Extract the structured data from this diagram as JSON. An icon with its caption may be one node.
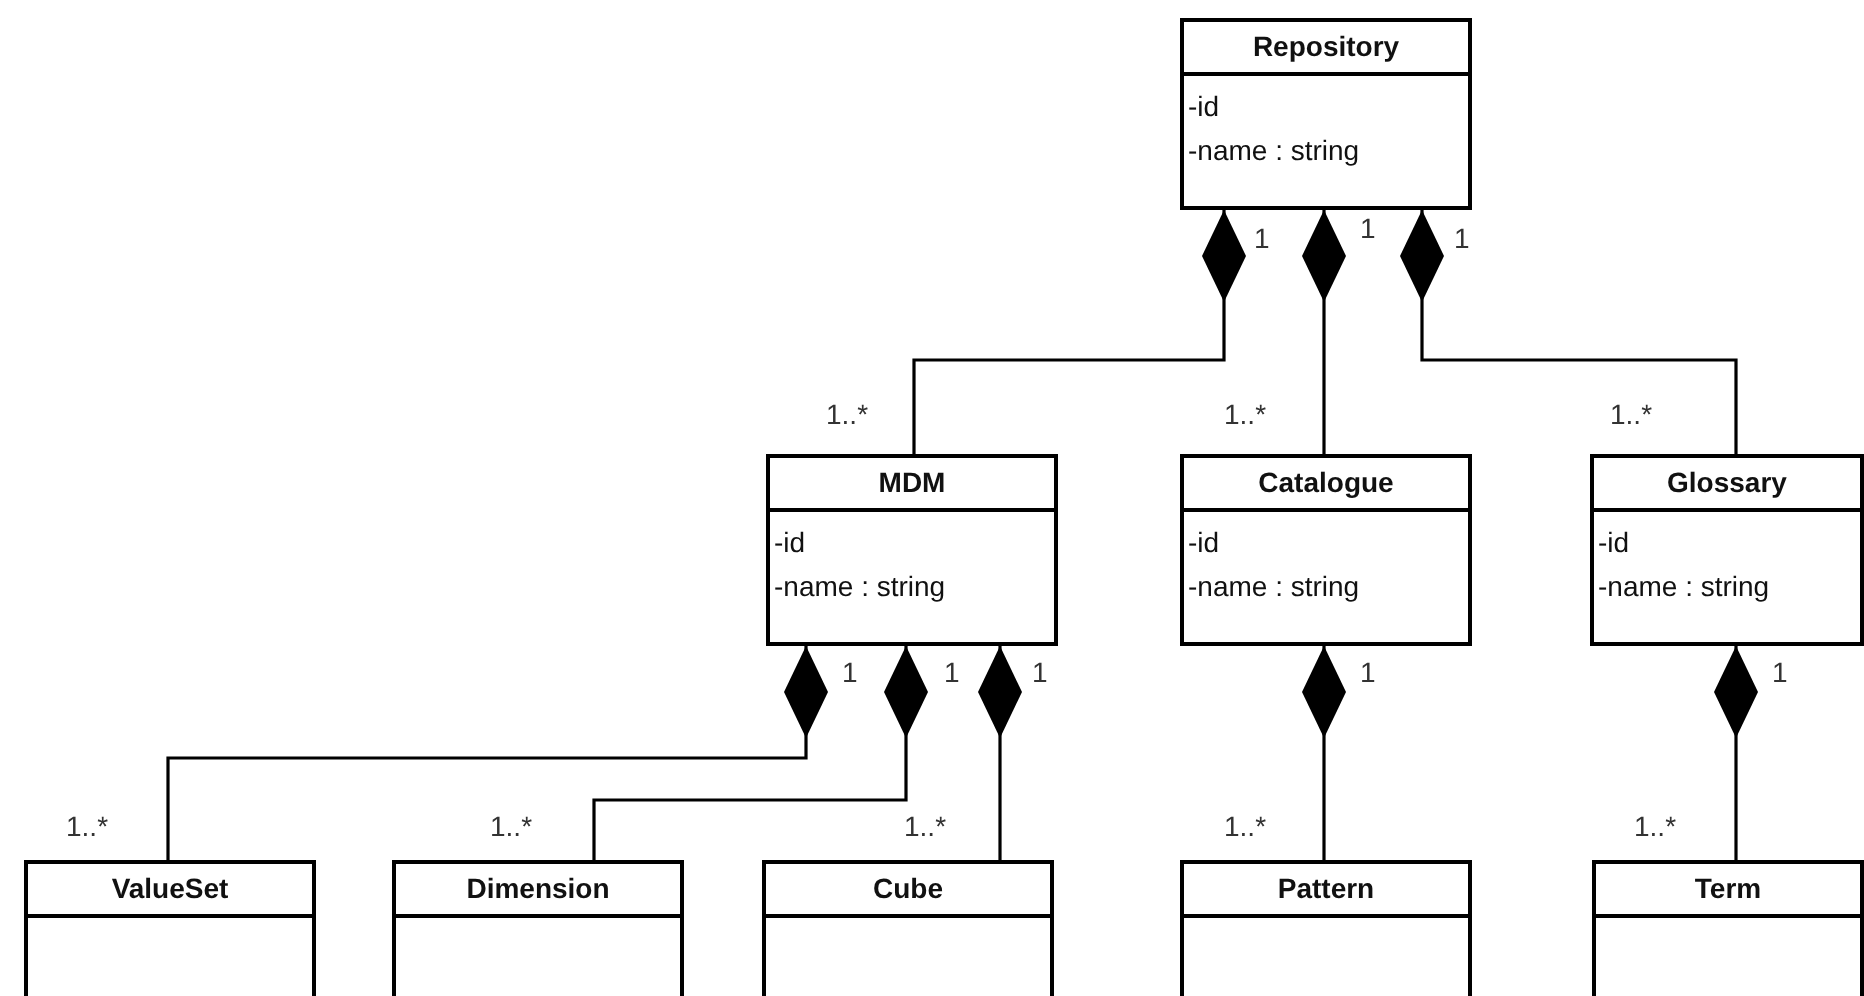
{
  "diagram": {
    "nodes": [
      {
        "text": [
          "Repository",
          "-id",
          "-name : string"
        ]
      },
      {
        "text": [
          "MDM",
          "-id",
          "-name : string"
        ]
      },
      {
        "text": [
          "Catalogue",
          "-id",
          "-name : string"
        ]
      },
      {
        "text": [
          "Glossary",
          "-id",
          "-name : string"
        ]
      },
      {
        "text": [
          "ValueSet"
        ]
      },
      {
        "text": [
          "Dimension"
        ]
      },
      {
        "text": [
          "Cube"
        ]
      },
      {
        "text": [
          "Pattern"
        ]
      },
      {
        "text": [
          "Term"
        ]
      }
    ],
    "edges": [
      {
        "from": 0,
        "to": 1,
        "arrow": "other"
      },
      {
        "from": 0,
        "to": 2,
        "arrow": "other"
      },
      {
        "from": 0,
        "to": 3,
        "arrow": "other"
      },
      {
        "from": 1,
        "to": 4,
        "arrow": "other"
      },
      {
        "from": 1,
        "to": 5,
        "arrow": "other"
      },
      {
        "from": 1,
        "to": 6,
        "arrow": "other"
      },
      {
        "from": 2,
        "to": 7,
        "arrow": "other"
      },
      {
        "from": 3,
        "to": 8,
        "arrow": "other"
      }
    ],
    "labels": [
      "1",
      "1",
      "1",
      "1..*",
      "1..*",
      "1..*",
      "1",
      "1",
      "1",
      "1",
      "1",
      "1..*",
      "1..*",
      "1..*",
      "1..*",
      "1..*"
    ]
  }
}
